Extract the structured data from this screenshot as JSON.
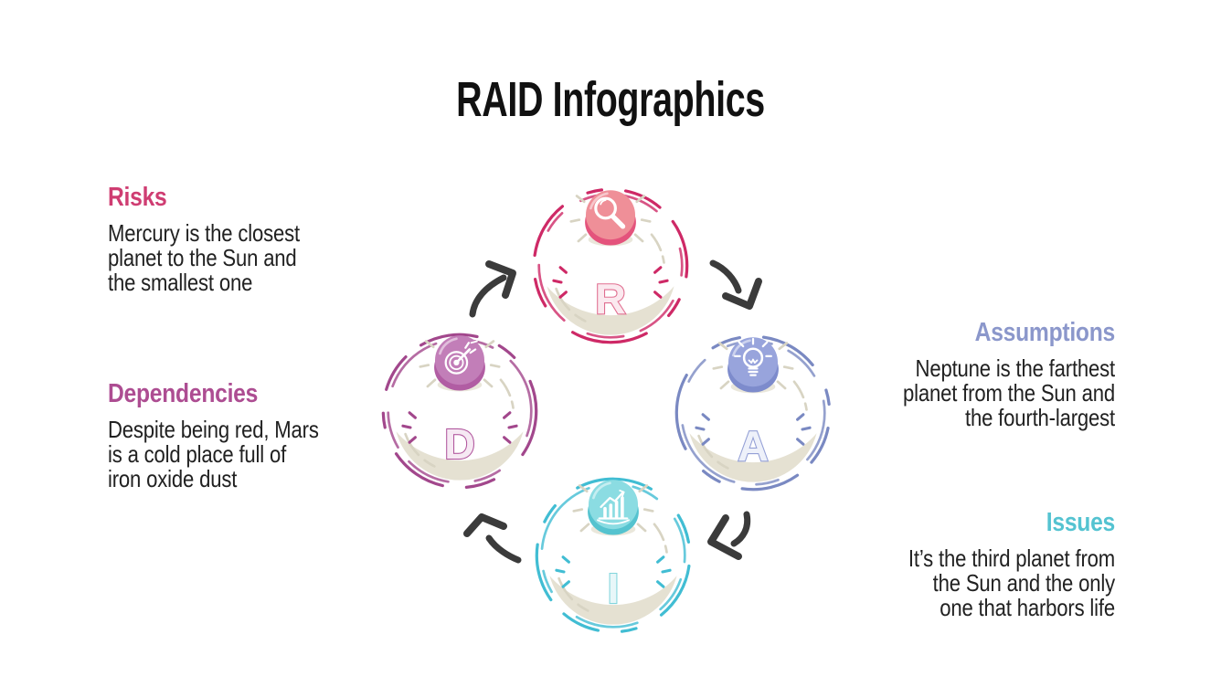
{
  "title": "RAID Infographics",
  "sections": [
    {
      "id": "risks",
      "label": "Risks",
      "color": "#cf3d72",
      "text": "Mercury is the closest\nplanet to the Sun and\nthe smallest one"
    },
    {
      "id": "assumptions",
      "label": "Assumptions",
      "color": "#8b97cb",
      "text": "Neptune is the farthest\nplanet from the Sun and\nthe fourth-largest"
    },
    {
      "id": "dependencies",
      "label": "Dependencies",
      "color": "#ad4d92",
      "text": "Despite being red, Mars\nis a cold place full of\niron oxide dust"
    },
    {
      "id": "issues",
      "label": "Issues",
      "color": "#54c3d1",
      "text": "It’s the third planet from\nthe Sun and the only\none that harbors life"
    }
  ],
  "diagram": {
    "arrow_color": "#3b3b3b",
    "sphere_color": "#e5e1d2",
    "sphere_line_color": "#d8d4c3",
    "nodes": [
      {
        "letter": "R",
        "icon": "magnifier-icon",
        "colors": {
          "dash": "#ce2966",
          "top": "#ef8f98",
          "rim": "#e4537c",
          "letter": "#e06e90",
          "lfill": "#fbe9ef"
        }
      },
      {
        "letter": "A",
        "icon": "lightbulb-icon",
        "colors": {
          "dash": "#7a89c2",
          "top": "#98a4dc",
          "rim": "#7d8bcc",
          "letter": "#94a0d6",
          "lfill": "#eef1fa"
        }
      },
      {
        "letter": "I",
        "icon": "bar-chart-icon",
        "colors": {
          "dash": "#41bdd3",
          "top": "#8bdce2",
          "rim": "#55c3cf",
          "letter": "#82d5dc",
          "lfill": "#e8f7f9"
        }
      },
      {
        "letter": "D",
        "icon": "target-icon",
        "colors": {
          "dash": "#a2478c",
          "top": "#c27eb8",
          "rim": "#b15da3",
          "letter": "#b2599f",
          "lfill": "#f6e9f3"
        }
      }
    ]
  }
}
